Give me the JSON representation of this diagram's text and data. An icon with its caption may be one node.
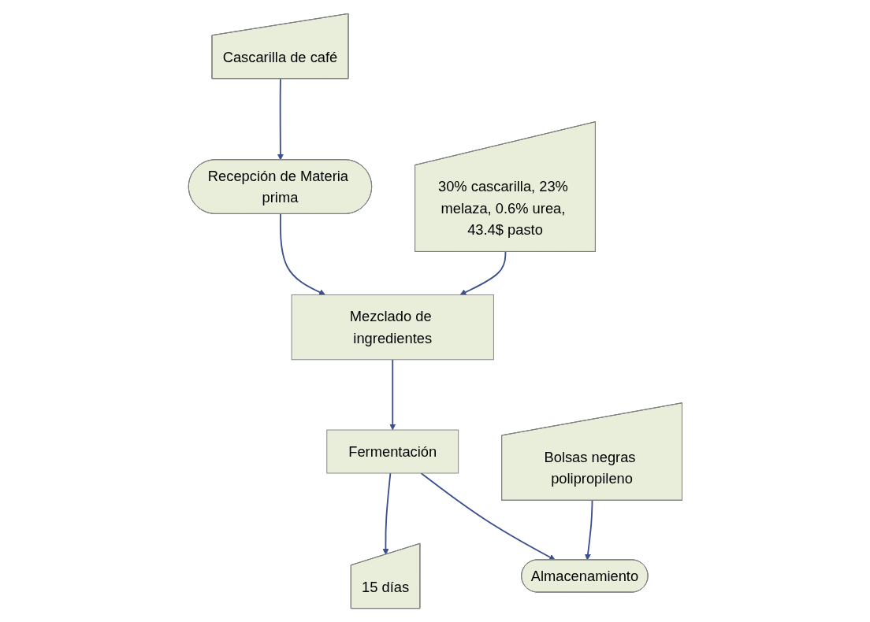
{
  "diagram": {
    "nodes": [
      {
        "text": [
          "Cascarilla de café"
        ]
      },
      {
        "text": [
          "Recepción de Materia prima"
        ]
      },
      {
        "text": [
          "30% cascarilla, 23% melaza, 0.6% urea, 43.4$ pasto"
        ]
      },
      {
        "text": [
          "Mezclado de ingredientes"
        ]
      },
      {
        "text": [
          "Fermentación"
        ]
      },
      {
        "text": [
          "15 días"
        ]
      },
      {
        "text": [
          "Bolsas negras polipropileno"
        ]
      },
      {
        "text": [
          "Almacenamiento"
        ]
      }
    ],
    "edges": [
      {
        "from": 0,
        "to": 1,
        "arrow": "to"
      },
      {
        "from": 1,
        "to": 3,
        "arrow": "to"
      },
      {
        "from": 2,
        "to": 3,
        "arrow": "to"
      },
      {
        "from": 3,
        "to": 4,
        "arrow": "to"
      },
      {
        "from": 4,
        "to": 5,
        "arrow": "to"
      },
      {
        "from": 4,
        "to": 7,
        "arrow": "to"
      },
      {
        "from": 6,
        "to": 7,
        "arrow": "to"
      }
    ]
  }
}
